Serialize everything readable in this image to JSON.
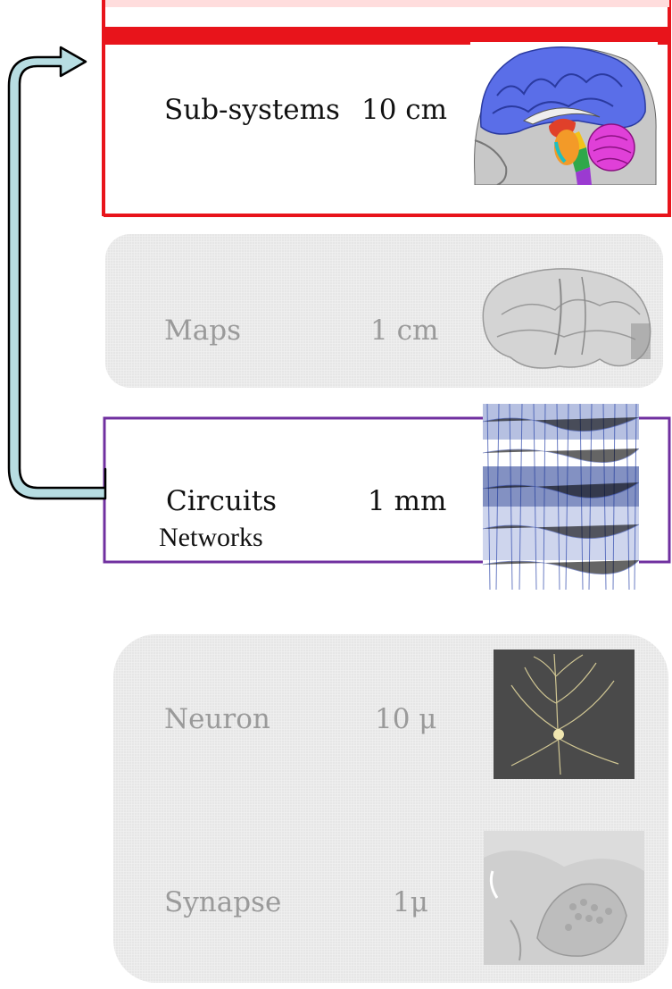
{
  "levels": [
    {
      "name": "Sub-systems",
      "scale": "10 cm",
      "image": "brain-sagittal-section",
      "style": "highlighted-red"
    },
    {
      "name": "Maps",
      "scale": "1 cm",
      "image": "brain-cortex-map",
      "style": "faded"
    },
    {
      "name": "Circuits",
      "name2": "Networks",
      "scale": "1 mm",
      "image": "cortical-network",
      "style": "highlighted-purple"
    },
    {
      "name": "Neuron",
      "scale": "10 μ",
      "image": "pyramidal-neuron",
      "style": "faded"
    },
    {
      "name": "Synapse",
      "scale": "1μ",
      "image": "synapse-micrograph",
      "style": "faded"
    }
  ],
  "colors": {
    "highlight_red": "#e8141b",
    "highlight_purple": "#7030a0",
    "arrow_fill": "#b7dde2",
    "faded_panel": "#e8e8e8",
    "faded_text": "#9a9a9a"
  },
  "icons": [
    "up-arrow-connector-icon"
  ]
}
